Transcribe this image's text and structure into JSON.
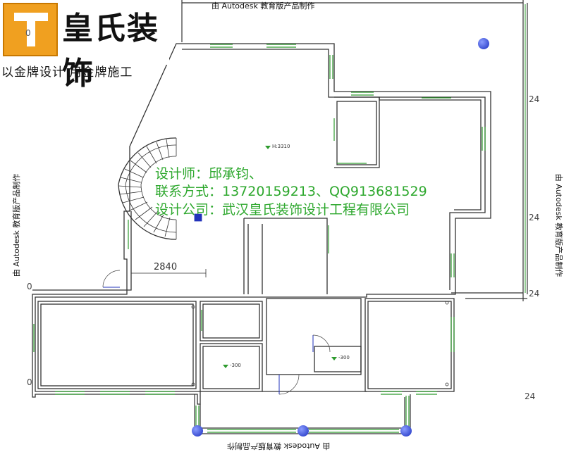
{
  "watermark": "由 Autodesk 教育版产品制作",
  "logo": {
    "brand_name": "皇氏装饰",
    "mark_label": "0",
    "slogan": "以金牌设计 用金牌施工"
  },
  "credits": {
    "designer": "设计师：邱承钧、",
    "contact": "联系方式：13720159213、QQ913681529",
    "company": "设计公司：武汉皇氏装饰设计工程有限公司"
  },
  "dimensions": {
    "stair_width": "2840"
  },
  "levels": {
    "main": "H:3310",
    "room_left": "-300",
    "room_right": "-300"
  },
  "edge_marks": {
    "left_upper": "0",
    "left_lower": "0",
    "right_1": "24",
    "right_2": "24",
    "right_3": "24",
    "right_4": "24"
  },
  "colors": {
    "wall": "#333333",
    "window": "#2e9b2e",
    "door": "#2233bb",
    "column": "#2a3fd4",
    "credit_text": "#2ea82e",
    "logo_orange": "#f0a020"
  }
}
